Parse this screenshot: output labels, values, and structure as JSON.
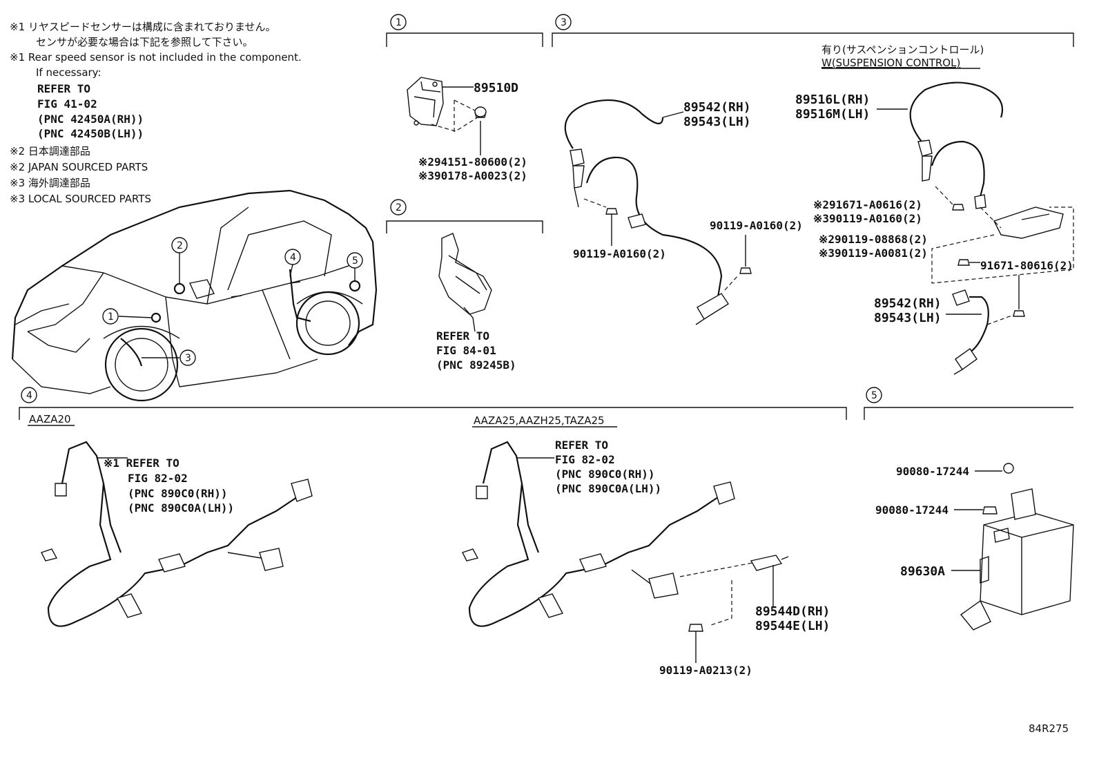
{
  "notes": {
    "n1_jp_a": "※1 リヤスピードセンサーは構成に含まれておりません。",
    "n1_jp_b": "センサが必要な場合は下記を参照して下さい。",
    "n1_en": "※1 Rear speed sensor is not included in the component.",
    "n1_if": "If necessary:",
    "refer_1": "REFER TO",
    "refer_2": "FIG 41-02",
    "refer_3": "(PNC 42450A(RH))",
    "refer_4": "(PNC 42450B(LH))",
    "n2_jp": "※2 日本調達部品",
    "n2_en": "※2 JAPAN SOURCED PARTS",
    "n3_jp": "※3 海外調達部品",
    "n3_en": "※3 LOCAL SOURCED PARTS"
  },
  "sections": {
    "s1": "1",
    "s2": "2",
    "s3": "3",
    "s4": "4",
    "s5": "5"
  },
  "callouts": {
    "c1": "1",
    "c2": "2",
    "c3": "3",
    "c4": "4",
    "c5": "5"
  },
  "sec1": {
    "p1": "89510D",
    "p2": "※294151-80600(2)",
    "p3": "※390178-A0023(2)"
  },
  "sec2": {
    "r1": "REFER TO",
    "r2": "FIG 84-01",
    "r3": "(PNC 89245B)"
  },
  "sec3": {
    "p_rh": "89542(RH)",
    "p_lh": "89543(LH)",
    "bolt_a": "90119-A0160(2)",
    "bolt_b": "90119-A0160(2)",
    "susp_jp": "有り(サスペンションコントロール)",
    "susp_en": "W(SUSPENSION CONTROL)",
    "p2_rh": "89516L(RH)",
    "p2_lh": "89516M(LH)",
    "b1": "※291671-A0616(2)",
    "b2": "※390119-A0160(2)",
    "b3": "※290119-08868(2)",
    "b4": "※390119-A0081(2)",
    "b5": "91671-80616(2)",
    "p3_rh": "89542(RH)",
    "p3_lh": "89543(LH)"
  },
  "sec4": {
    "variant_a": "AAZA20",
    "variant_b": "AAZA25,AAZH25,TAZA25",
    "ra1": "※1 REFER TO",
    "ra2": "FIG 82-02",
    "ra3": "(PNC 890C0(RH))",
    "ra4": "(PNC 890C0A(LH))",
    "rb1": "REFER TO",
    "rb2": "FIG 82-02",
    "rb3": "(PNC 890C0(RH))",
    "rb4": "(PNC 890C0A(LH))",
    "p_rh": "89544D(RH)",
    "p_lh": "89544E(LH)",
    "bolt": "90119-A0213(2)"
  },
  "sec5": {
    "n1": "90080-17244",
    "n2": "90080-17244",
    "p": "89630A"
  },
  "fig_id": "84R275"
}
